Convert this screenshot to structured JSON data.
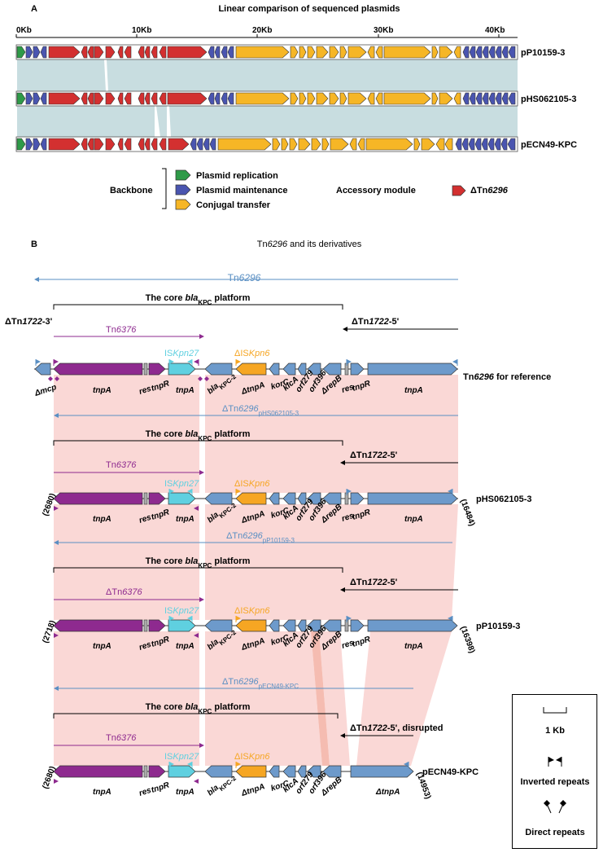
{
  "colors": {
    "replication": "#2e9a48",
    "maintenance": "#4a55b0",
    "conjugal": "#f6b626",
    "accessory": "#d33030",
    "alignment": "#c8dde0",
    "pink": "#f9d4d2",
    "tn_blue": "#5a8fc3",
    "purple": "#8e2a8f",
    "cyan": "#5fd0e0",
    "orange": "#f6a623",
    "gene_blue": "#6d9acb"
  },
  "panelA": {
    "label": "A",
    "title": "Linear comparison of sequenced plasmids",
    "scale_ticks": [
      "0Kb",
      "10Kb",
      "20Kb",
      "30Kb",
      "40Kb"
    ],
    "plasmids": [
      "pP10159-3",
      "pHS062105-3",
      "pECN49-KPC"
    ],
    "legend": {
      "backbone_label": "Backbone",
      "items": [
        "Plasmid replication",
        "Plasmid maintenance",
        "Conjugal transfer"
      ],
      "accessory_label": "Accessory module",
      "accessory_item_prefix": "ΔTn",
      "accessory_item_num": "6296"
    }
  },
  "panelB": {
    "label": "B",
    "title_prefix": "Tn",
    "title_num": "6296",
    "title_suffix": " and its derivatives",
    "tn_top": {
      "prefix": "Tn",
      "num": "6296"
    },
    "core_prefix": "The core ",
    "core_bla": "bla",
    "core_sub": "KPC",
    "core_suffix": " platform",
    "tn1722_3_prefix": "ΔTn",
    "tn1722_3_num": "1722",
    "tn1722_3_suffix": "-3'",
    "tn1722_5_prefix": "ΔTn",
    "tn1722_5_num": "1722",
    "tn1722_5_suffix": "-5'",
    "tn1722_5_disrupted": "-5', disrupted",
    "tn6376_prefix": "Tn",
    "tn6376_num": "6376",
    "dtn6376_prefix": "ΔTn",
    "iskpn27_prefix": "IS",
    "iskpn27_italic": "Kpn27",
    "diskpn6_prefix": "ΔIS",
    "diskpn6_italic": "Kpn6",
    "ref_label": "Tn6296 for reference",
    "ref_label_prefix": "Tn",
    "ref_label_num": "6296",
    "ref_label_suffix": " for reference",
    "dtn_hs_prefix": "ΔTn",
    "dtn_hs_num": "6296",
    "dtn_hs_sub": "pHS062105-3",
    "dtn_p10_sub": "pP10159-3",
    "dtn_ecn_sub": "pECN49-KPC",
    "rows": [
      {
        "name": "Tn6296 for reference",
        "left_coord": "",
        "right_coord": ""
      },
      {
        "name": "pHS062105-3",
        "left_coord": "(2680)",
        "right_coord": "(16484)"
      },
      {
        "name": "pP10159-3",
        "left_coord": "(2718)",
        "right_coord": "(16398)"
      },
      {
        "name": "pECN49-KPC",
        "left_coord": "(2680)",
        "right_coord": "(14953)"
      }
    ],
    "gene_labels": {
      "dmcp": "Δmcp",
      "tnpA": "tnpA",
      "res": "res",
      "tnpR": "tnpR",
      "bla": "bla",
      "bla_sub": "KPC-2",
      "dtnpA": "ΔtnpA",
      "korC": "korC",
      "klcA": "klcA",
      "orf279": "orf279",
      "orf396": "orf396",
      "drepB": "ΔrepB"
    },
    "legend": {
      "scale": "1 Kb",
      "inverted": "Inverted repeats",
      "direct": "Direct repeats"
    }
  }
}
